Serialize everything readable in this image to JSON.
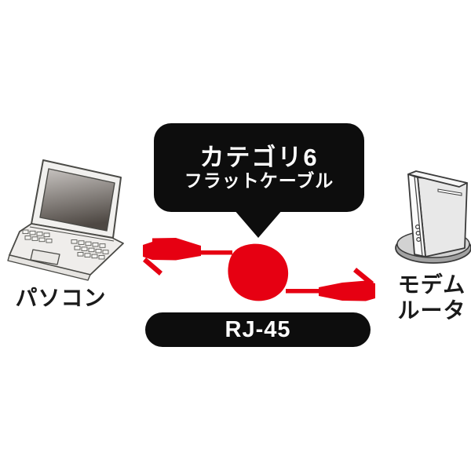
{
  "callout": {
    "line1": "カテゴリ6",
    "line2": "フラットケーブル"
  },
  "cable_label": "RJ-45",
  "devices": {
    "pc_label": "パソコン",
    "modem_label_line1": "モデム",
    "modem_label_line2": "ルータ"
  },
  "icons": {
    "pc": "laptop-illustration",
    "modem": "modem-router-illustration",
    "cable": "retractable-flat-lan-cable-illustration"
  },
  "colors": {
    "cable_red": "#e60012",
    "callout_bg": "#0d0d0d",
    "callout_text": "#ffffff",
    "label_text": "#1a1a1a",
    "device_body": "#f0efed",
    "screen_dark": "#4e4843",
    "base_gray": "#a8a8a8"
  }
}
